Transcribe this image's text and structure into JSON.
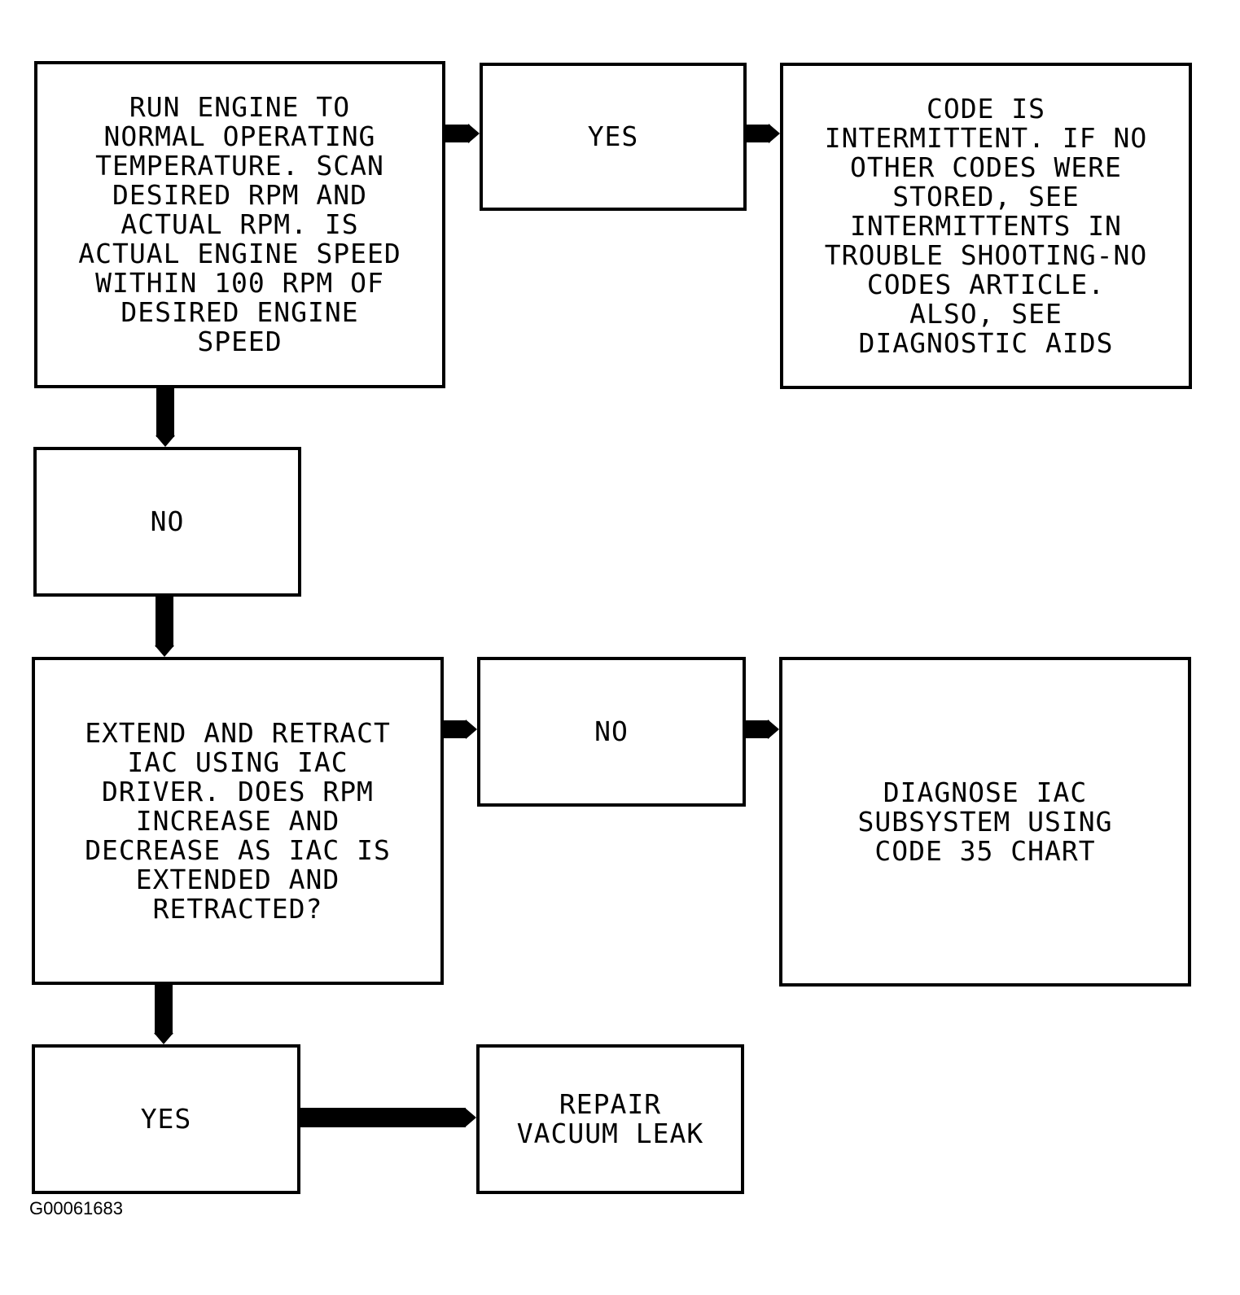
{
  "flowchart": {
    "step1": "RUN ENGINE TO\nNORMAL OPERATING\nTEMPERATURE. SCAN\nDESIRED RPM AND\nACTUAL RPM. IS\nACTUAL ENGINE SPEED\nWITHIN 100 RPM OF\nDESIRED ENGINE\nSPEED",
    "step1_yes": "YES",
    "step1_yes_result": "CODE IS\nINTERMITTENT. IF NO\nOTHER CODES WERE\nSTORED, SEE\nINTERMITTENTS IN\nTROUBLE SHOOTING-NO\nCODES ARTICLE.\nALSO, SEE\nDIAGNOSTIC AIDS",
    "step1_no": "NO",
    "step2": "EXTEND AND RETRACT\nIAC USING IAC\nDRIVER. DOES RPM\nINCREASE AND\nDECREASE AS IAC IS\nEXTENDED AND\nRETRACTED?",
    "step2_no": "NO",
    "step2_no_result": "DIAGNOSE IAC\nSUBSYSTEM USING\nCODE 35 CHART",
    "step2_yes": "YES",
    "step2_yes_result": "REPAIR\nVACUUM LEAK"
  },
  "figure_id": "G00061683"
}
